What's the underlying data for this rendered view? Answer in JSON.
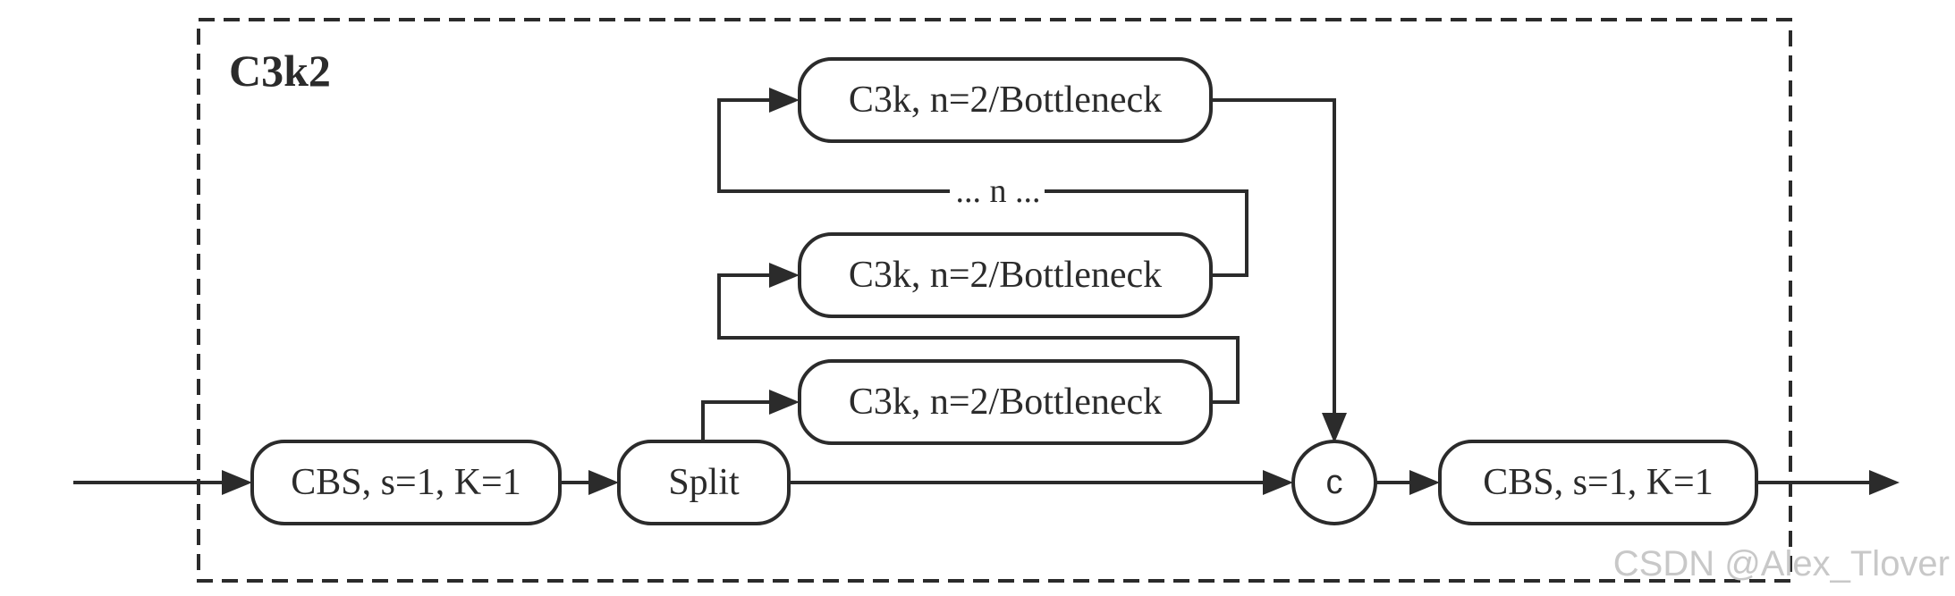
{
  "block_title": "C3k2",
  "nodes": {
    "cbs_in": "CBS, s=1, K=1",
    "split": "Split",
    "bottleneck_top": "C3k, n=2/Bottleneck",
    "bottleneck_mid": "C3k, n=2/Bottleneck",
    "bottleneck_bottom": "C3k, n=2/Bottleneck",
    "concat": "c",
    "cbs_out": "CBS, s=1, K=1"
  },
  "repeat_label": "... n ...",
  "watermark": "CSDN @Alex_Tlover",
  "colors": {
    "stroke": "#2b2b2b",
    "background": "#ffffff",
    "watermark": "#c8c8c8"
  }
}
